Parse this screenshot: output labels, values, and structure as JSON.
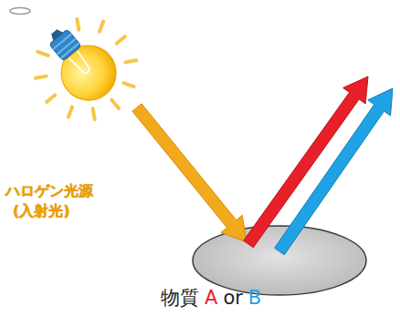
{
  "diagram": {
    "labels": [
      "ハロゲン光源",
      "(入射光)",
      "物質",
      "A",
      "or",
      "B"
    ]
  }
}
